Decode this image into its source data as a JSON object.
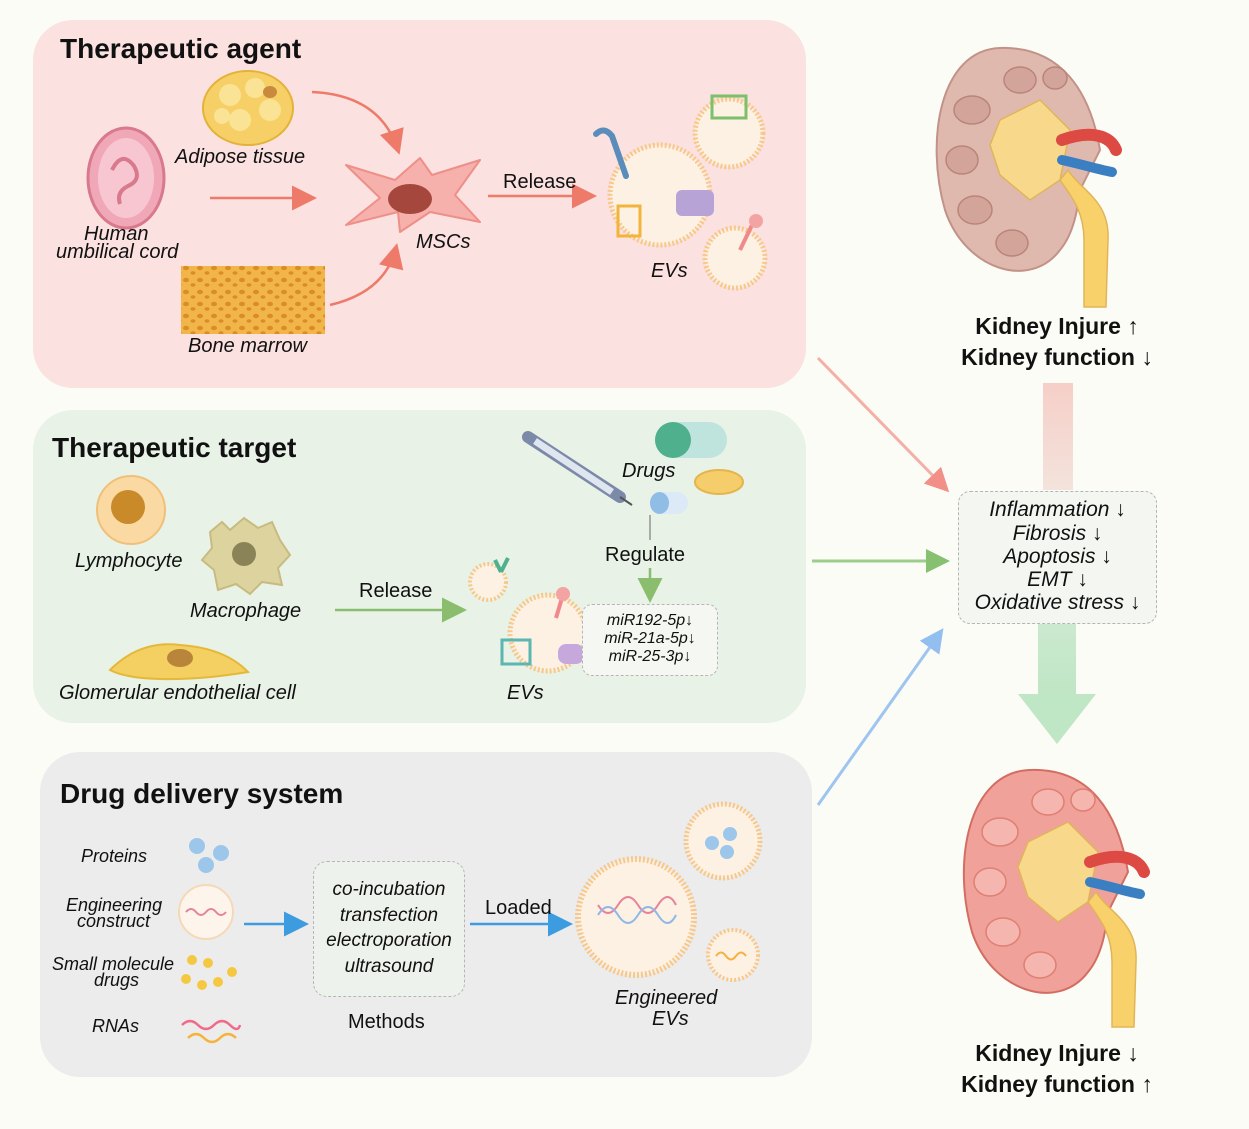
{
  "panels": {
    "agent": {
      "title": "Therapeutic agent",
      "adipose": "Adipose tissue",
      "umbilical_1": "Human",
      "umbilical_2": "umbilical cord",
      "bone_marrow": "Bone marrow",
      "mscs": "MSCs",
      "release": "Release",
      "evs": "EVs"
    },
    "target": {
      "title": "Therapeutic target",
      "lymphocyte": "Lymphocyte",
      "macrophage": "Macrophage",
      "glomerular": "Glomerular endothelial cell",
      "release": "Release",
      "drugs": "Drugs",
      "regulate": "Regulate",
      "evs": "EVs",
      "mirnas": [
        "miR192-5p↓",
        "miR-21a-5p↓",
        "miR-25-3p↓"
      ]
    },
    "delivery": {
      "title": "Drug delivery system",
      "proteins": "Proteins",
      "engineering_1": "Engineering",
      "engineering_2": "construct",
      "small_1": "Small molecule",
      "small_2": "drugs",
      "rnas": "RNAs",
      "methods": [
        "co-incubation",
        "transfection",
        "electroporation",
        "ultrasound"
      ],
      "methods_label": "Methods",
      "loaded": "Loaded",
      "engineered_1": "Engineered",
      "engineered_2": "EVs"
    }
  },
  "kidney": {
    "before_1": "Kidney Injure ↑",
    "before_2": "Kidney function ↓",
    "effects": [
      "Inflammation ↓",
      "Fibrosis ↓",
      "Apoptosis ↓",
      "EMT ↓",
      "Oxidative stress ↓"
    ],
    "after_1": "Kidney Injure ↓",
    "after_2": "Kidney function ↑"
  },
  "colors": {
    "agent_panel": "#fbe1e0",
    "target_panel": "#e8f2e6",
    "delivery_panel": "#ececed",
    "red_arrow": "#ee7a6a",
    "green_arrow": "#8bbd6e",
    "blue_arrow": "#4aa3e0"
  }
}
